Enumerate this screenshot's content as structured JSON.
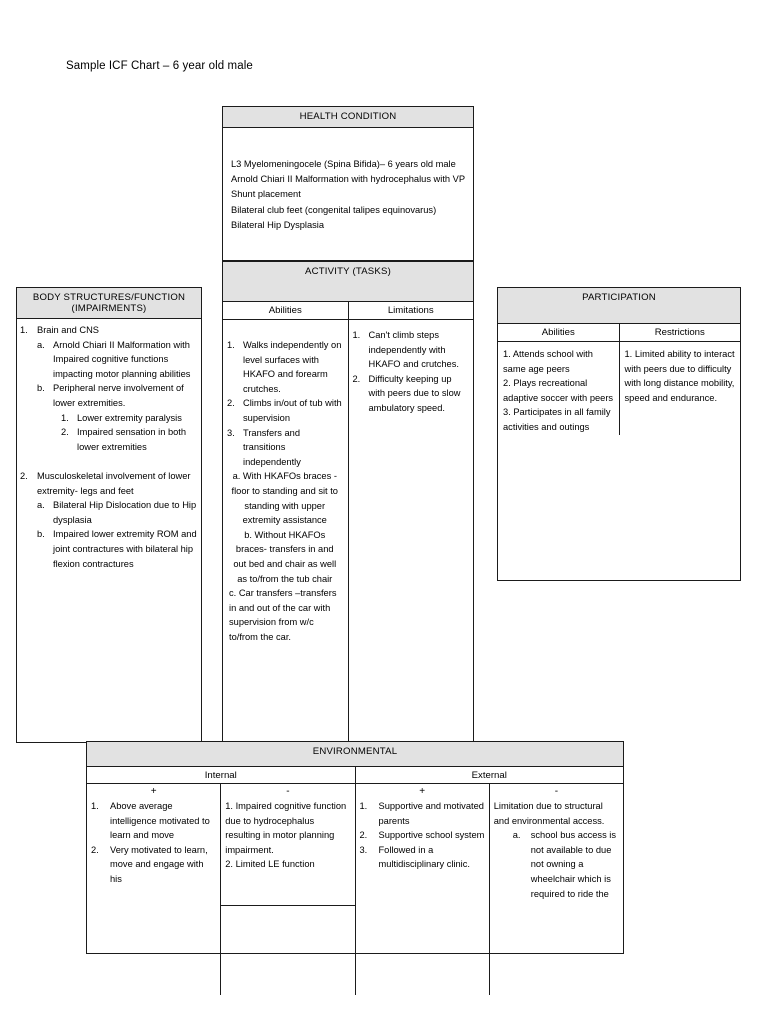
{
  "document": {
    "title": "Sample ICF Chart – 6 year old male"
  },
  "health_condition": {
    "header": "HEALTH CONDITION",
    "lines": [
      "L3 Myelomeningocele (Spina Bifida)– 6 years old male",
      "Arnold Chiari II Malformation with hydrocephalus with VP",
      "Shunt placement",
      "Bilateral club feet (congenital talipes equinovarus)",
      "Bilateral Hip Dysplasia"
    ]
  },
  "body_structures": {
    "header_line1": "BODY STRUCTURES/FUNCTION",
    "header_line2": "(IMPAIRMENTS)",
    "items": [
      {
        "mark": "1.",
        "text": "Brain and CNS"
      },
      {
        "mark": "a.",
        "text": "Arnold Chiari II Malformation with Impaired cognitive functions impacting motor planning abilities"
      },
      {
        "mark": "b.",
        "text": "Peripheral nerve involvement of lower extremities."
      },
      {
        "mark": "1.",
        "text": "Lower extremity paralysis"
      },
      {
        "mark": "2.",
        "text": "Impaired sensation in both lower  extremities"
      },
      {
        "mark": "2.",
        "text": "Musculoskeletal involvement of lower extremity- legs and feet"
      },
      {
        "mark": "a.",
        "text": "Bilateral Hip Dislocation due to Hip dysplasia"
      },
      {
        "mark": "b.",
        "text": "Impaired lower extremity ROM and joint contractures with bilateral hip flexion contractures"
      }
    ]
  },
  "activity": {
    "header": "ACTIVITY (TASKS)",
    "columns": {
      "abilities": "Abilities",
      "limitations": "Limitations"
    },
    "abilities_numbered": [
      {
        "mark": "1.",
        "text": "Walks independently on level surfaces with HKAFO and forearm crutches."
      },
      {
        "mark": "2.",
        "text": "Climbs in/out of tub with supervision"
      },
      {
        "mark": "3.",
        "text": "Transfers and transitions independently"
      }
    ],
    "abilities_lettered": [
      "a.  With HKAFOs braces - floor to standing  and sit to standing with upper extremity assistance",
      "b. Without HKAFOs braces- transfers in and out bed and chair as well as to/from the tub chair",
      "c. Car transfers –transfers in and out of the car with supervision from w/c to/from the car."
    ],
    "limitations": [
      {
        "mark": "1.",
        "text": "Can't climb steps independently with HKAFO and crutches."
      },
      {
        "mark": "2.",
        "text": "Difficulty keeping up with peers due to slow ambulatory speed."
      }
    ]
  },
  "participation": {
    "header": "PARTICIPATION",
    "columns": {
      "abilities": "Abilities",
      "restrictions": "Restrictions"
    },
    "abilities": [
      "1. Attends school with same age peers",
      "2. Plays recreational adaptive soccer with peers",
      "3. Participates in all family activities and outings"
    ],
    "restrictions": [
      "1. Limited ability to interact with peers due to difficulty with long distance mobility, speed and endurance."
    ]
  },
  "environmental": {
    "header": "ENVIRONMENTAL",
    "groups": {
      "internal": "Internal",
      "external": "External"
    },
    "signs": {
      "positive": "+",
      "negative": "-"
    },
    "internal_positive": [
      {
        "mark": "1.",
        "text": "Above average intelligence motivated to learn and move"
      },
      {
        "mark": "2.",
        "text": "Very motivated to learn, move and engage with his"
      }
    ],
    "internal_negative": [
      "1. Impaired cognitive function due to hydrocephalus resulting in motor planning impairment.",
      "2. Limited LE function"
    ],
    "external_positive": [
      {
        "mark": "1.",
        "text": "Supportive and motivated parents"
      },
      {
        "mark": "2.",
        "text": " Supportive school system"
      },
      {
        "mark": "3.",
        "text": "Followed in a multidisciplinary clinic."
      }
    ],
    "external_negative_intro": "Limitation due to structural and environmental access.",
    "external_negative_items": [
      {
        "mark": "a.",
        "text": "school bus access is not available to due not owning a wheelchair which is required to ride the"
      }
    ]
  },
  "theme": {
    "header_fill": "#e2e2e2",
    "border": "#1b1b1b",
    "page_background": "#ffffff",
    "text": "#000000"
  }
}
